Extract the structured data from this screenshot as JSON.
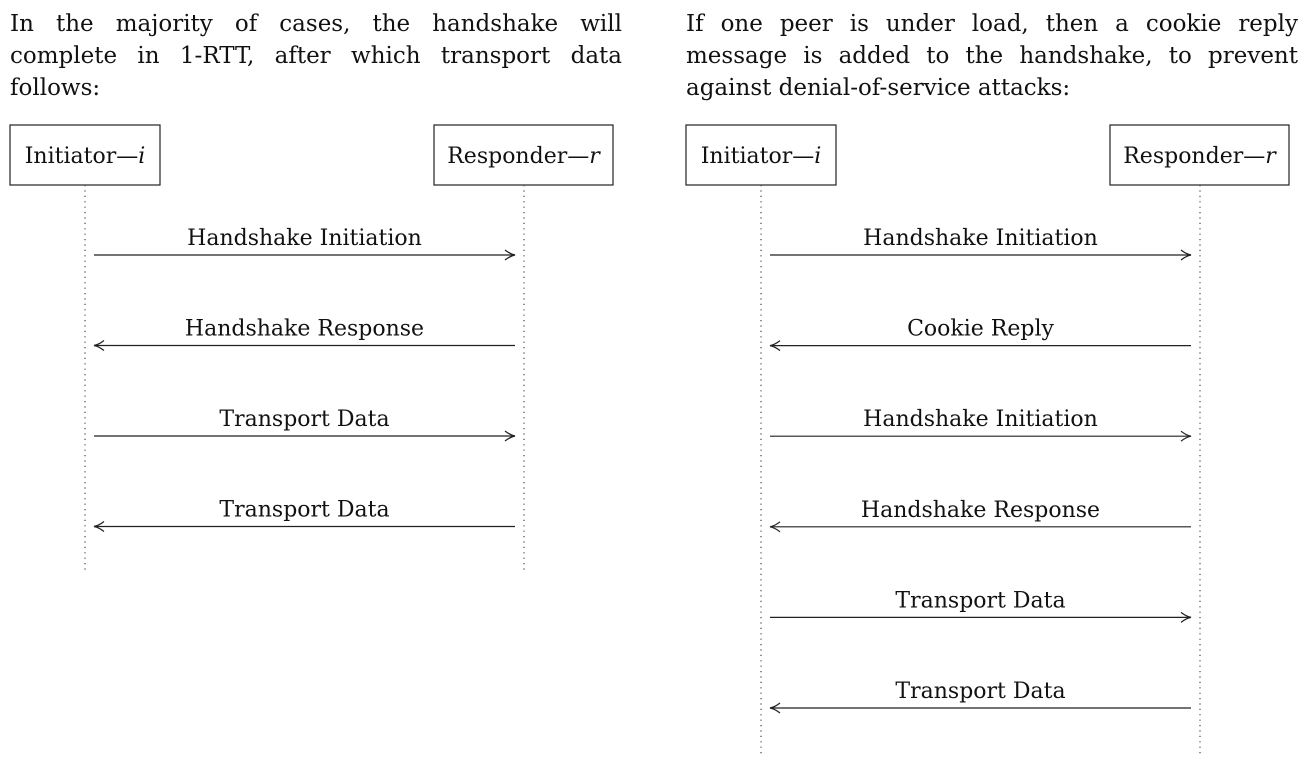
{
  "diagrams": [
    {
      "intro": "In the majority of cases, the handshake will complete in 1-RTT, after which transport data follows:",
      "initiator_name": "Initiator",
      "initiator_symbol": "i",
      "responder_name": "Responder",
      "responder_symbol": "r",
      "messages": [
        {
          "label": "Handshake Initiation",
          "direction": "initiator-to-responder"
        },
        {
          "label": "Handshake Response",
          "direction": "responder-to-initiator"
        },
        {
          "label": "Transport Data",
          "direction": "initiator-to-responder"
        },
        {
          "label": "Transport Data",
          "direction": "responder-to-initiator"
        }
      ]
    },
    {
      "intro": "If one peer is under load, then a cookie reply message is added to the handshake, to prevent against denial-of-service attacks:",
      "initiator_name": "Initiator",
      "initiator_symbol": "i",
      "responder_name": "Responder",
      "responder_symbol": "r",
      "messages": [
        {
          "label": "Handshake Initiation",
          "direction": "initiator-to-responder"
        },
        {
          "label": "Cookie Reply",
          "direction": "responder-to-initiator"
        },
        {
          "label": "Handshake Initiation",
          "direction": "initiator-to-responder"
        },
        {
          "label": "Handshake Response",
          "direction": "responder-to-initiator"
        },
        {
          "label": "Transport Data",
          "direction": "initiator-to-responder"
        },
        {
          "label": "Transport Data",
          "direction": "responder-to-initiator"
        }
      ]
    }
  ]
}
